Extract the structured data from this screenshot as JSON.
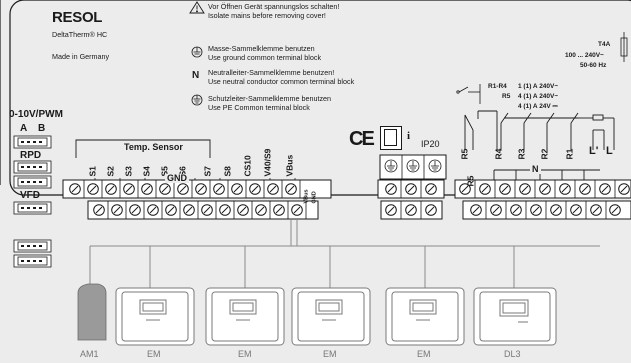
{
  "header": {
    "brand": "RESOL",
    "product": "DeltaTherm® HC",
    "origin": "Made in Germany"
  },
  "notices": [
    {
      "icon": "warning-triangle-icon",
      "de": "Vor Öffnen Gerät spannungslos schalten!",
      "en": "Isolate mains before removing cover!"
    },
    {
      "icon": "ground-symbol-icon",
      "de": "Masse-Sammelklemme benutzen",
      "en": "Use ground common terminal block"
    },
    {
      "icon": "neutral-n-icon",
      "symbol": "N",
      "de": "Neutralleiter-Sammelklemme benutzen!",
      "en": "Use neutral conductor common terminal block"
    },
    {
      "icon": "protective-earth-icon",
      "de": "Schutzleiter-Sammelklemme benutzen",
      "en": "Use PE Common terminal block"
    }
  ],
  "fuse": {
    "rating": "T4A",
    "voltage": "100 ... 240V~",
    "frequency": "50-60 Hz"
  },
  "relay_ratings": {
    "r1_r4_label": "R1-R4",
    "r1_r4_value": "1 (1) A 240V~",
    "r5_label": "R5",
    "r5_value_ac": "4 (1) A 240V~",
    "r5_value_dc": "4 (1) A 24V ⎓"
  },
  "signal_ports": [
    {
      "title": "0-10V/PWM",
      "sub": [
        "A",
        "B"
      ],
      "plugs": 2
    },
    {
      "title": "RPD",
      "plugs": 2
    },
    {
      "title": "VFD",
      "plugs": 1
    }
  ],
  "extra_plugs": 2,
  "temp_sensor": {
    "title": "Temp. Sensor",
    "columns": [
      "S1",
      "S2",
      "S3",
      "S4",
      "S5",
      "S6",
      "S7",
      "S8",
      "CS10",
      "V40/S9",
      "VBus"
    ],
    "gnd": "GND",
    "vbus_gnd": [
      "VBus",
      "GND"
    ]
  },
  "certs": {
    "ce": "CE",
    "manual": "i",
    "ip": "IP20"
  },
  "relays": {
    "labels": [
      "R5",
      "R4",
      "R3",
      "R2",
      "R1",
      "L'",
      "L"
    ],
    "lower_label": "R5",
    "n_label": "N"
  },
  "devices": [
    {
      "label": "AM1"
    },
    {
      "label": "EM"
    },
    {
      "label": "EM"
    },
    {
      "label": "EM"
    },
    {
      "label": "EM"
    },
    {
      "label": "DL3"
    }
  ],
  "colors": {
    "background": "#ececec",
    "panel": "#ffffff",
    "line": "#1a1a1a",
    "device_stroke": "#7a7a7a",
    "am1_fill": "#9a9a9a"
  }
}
